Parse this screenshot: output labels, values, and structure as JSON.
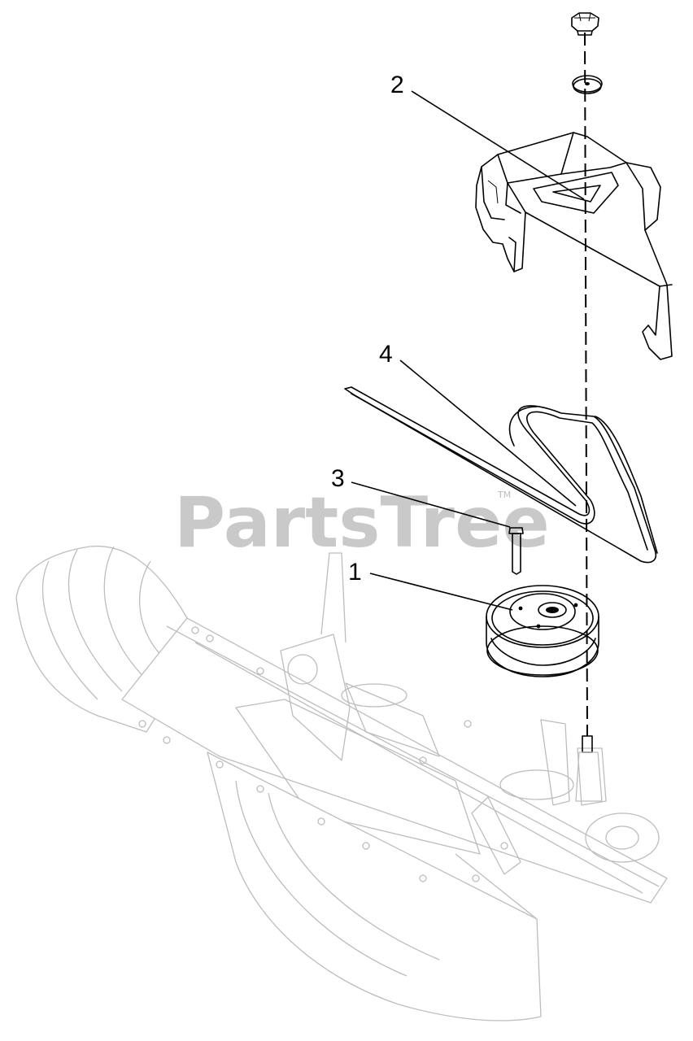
{
  "watermark": {
    "text": "PartsTree",
    "tm": "TM"
  },
  "callouts": [
    {
      "id": "1",
      "label": "1"
    },
    {
      "id": "2",
      "label": "2"
    },
    {
      "id": "3",
      "label": "3"
    },
    {
      "id": "4",
      "label": "4"
    }
  ],
  "colors": {
    "line": "#000000",
    "faded": "#bdbdbd",
    "watermark": "#c9c9c9",
    "background": "#ffffff"
  }
}
